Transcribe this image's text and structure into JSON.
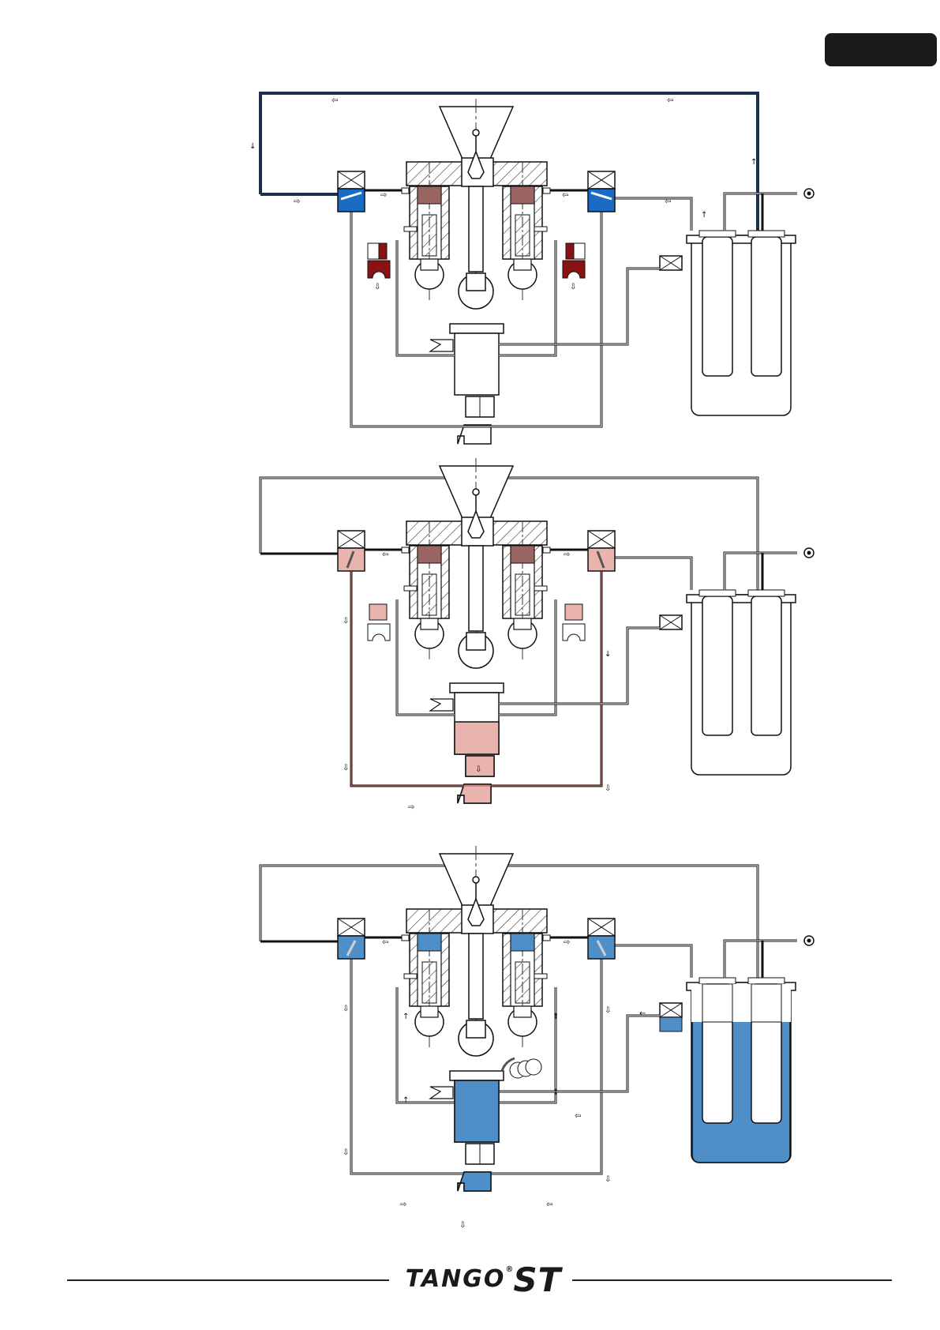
{
  "brand": {
    "name": "TANGO",
    "registered": "®",
    "model": "ST"
  },
  "colors": {
    "line_dark": "#1c2f4f",
    "valve_blue": "#1a6bc4",
    "piston_brown": "#9b6563",
    "cylinder_red": "#8b1212",
    "rose_fill": "#e9b4ad",
    "water_blue": "#4f8fc7",
    "tab_black": "#1c1a19"
  },
  "icons": [
    "flow-arrow-icon",
    "port-connector-icon",
    "hatching-pattern"
  ]
}
